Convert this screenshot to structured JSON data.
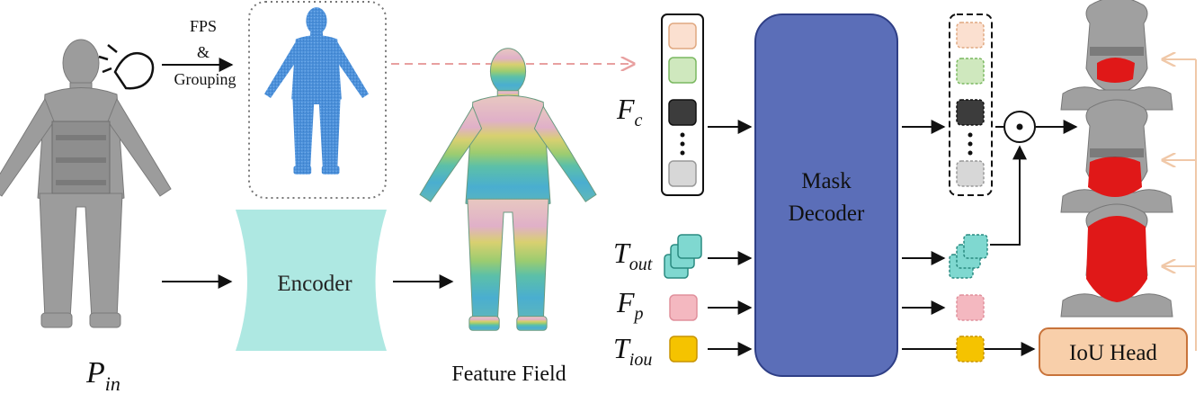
{
  "labels": {
    "p_in_main": "P",
    "p_in_sub": "in",
    "fps": "FPS",
    "amp": "&",
    "grouping": "Grouping",
    "encoder": "Encoder",
    "feature_field": "Feature Field",
    "fc_main": "F",
    "fc_sub": "c",
    "tout_main": "T",
    "tout_sub": "out",
    "fp_main": "F",
    "fp_sub": "p",
    "tiou_main": "T",
    "tiou_sub": "iou",
    "mask": "Mask",
    "decoder": "Decoder",
    "iou_head": "IoU Head",
    "dot_product": "⊙"
  },
  "colors": {
    "decoder_fill": "#5b6eb8",
    "decoder_stroke": "#2f3f86",
    "encoder_fill": "#aee8e2",
    "token_peach": "#fbe0d0",
    "token_green": "#cfe8be",
    "token_dark": "#3c3c3c",
    "token_gray": "#d7d7d7",
    "token_teal": "#7fd8d0",
    "token_pink": "#f4b8c0",
    "token_yellow": "#f5c300",
    "iou_head_fill": "#f8cfaa",
    "iou_head_stroke": "#c8733a",
    "mask_red": "#e01818",
    "mesh_gray": "#9c9c9c",
    "pointcloud_blue": "#4a8fd9",
    "dashed_arrow": "#e8a0a0",
    "return_arrow": "#f0c8a8"
  }
}
